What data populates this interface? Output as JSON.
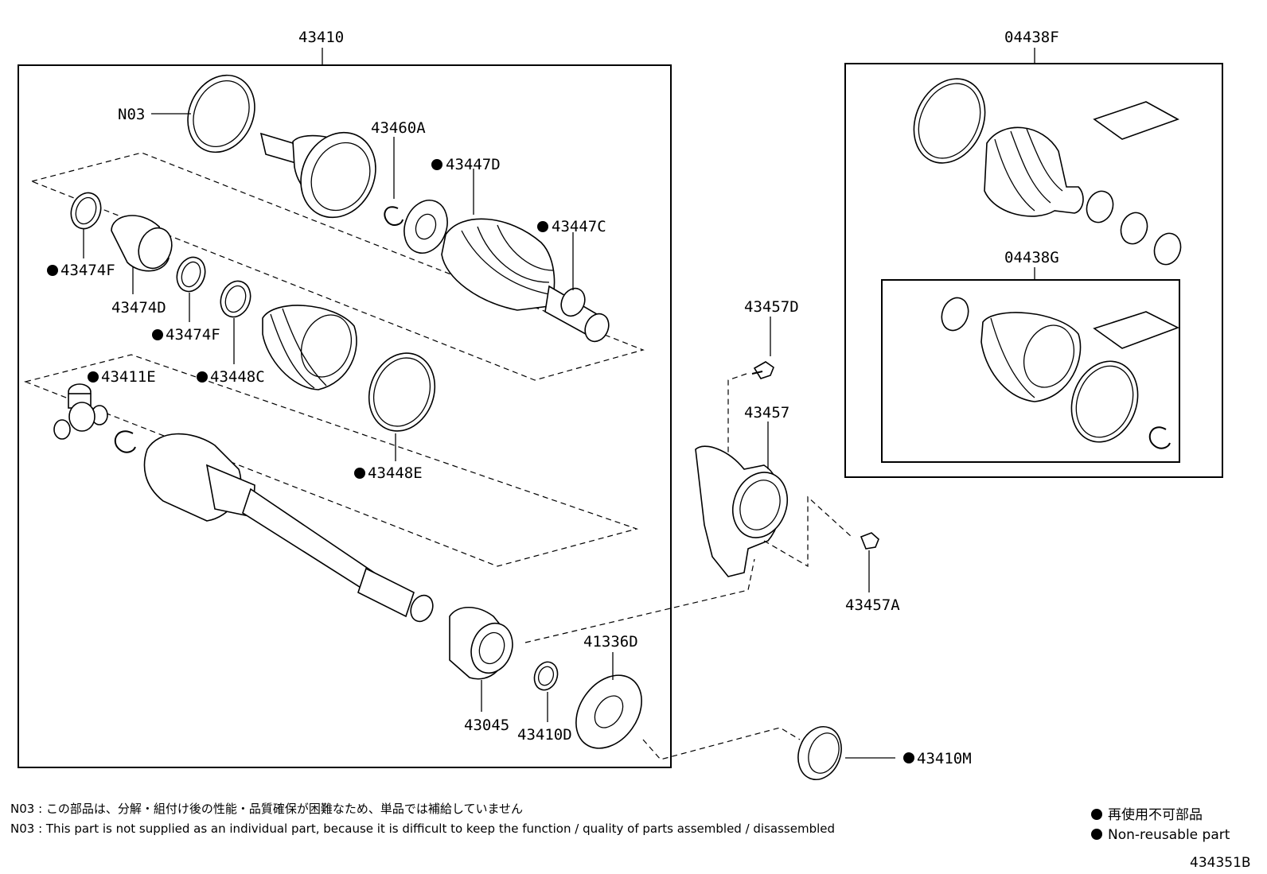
{
  "groups": {
    "main_assembly": "43410",
    "boot_kit_outer": "04438F",
    "boot_kit_inner": "04438G"
  },
  "labels": {
    "n03": "N03",
    "p43460A": "43460A",
    "p43447D": "43447D",
    "p43447C": "43447C",
    "p43474F_a": "43474F",
    "p43474D": "43474D",
    "p43474F_b": "43474F",
    "p43448C": "43448C",
    "p43411E": "43411E",
    "p43448E": "43448E",
    "p43457D": "43457D",
    "p43457": "43457",
    "p43457A": "43457A",
    "p41336D": "41336D",
    "p43045": "43045",
    "p43410D": "43410D",
    "p43410M": "43410M"
  },
  "notes": {
    "jp": "N03 : この部品は、分解・組付け後の性能・品質確保が困難なため、単品では補給していません",
    "en": "N03 : This part is not supplied as an individual part, because it is difficult to keep the function / quality of parts  assembled / disassembled"
  },
  "legend": {
    "jp": "再使用不可部品",
    "en": "Non-reusable part"
  },
  "figure_id": "434351B",
  "colors": {
    "ink": "#000000",
    "paper": "#ffffff"
  }
}
